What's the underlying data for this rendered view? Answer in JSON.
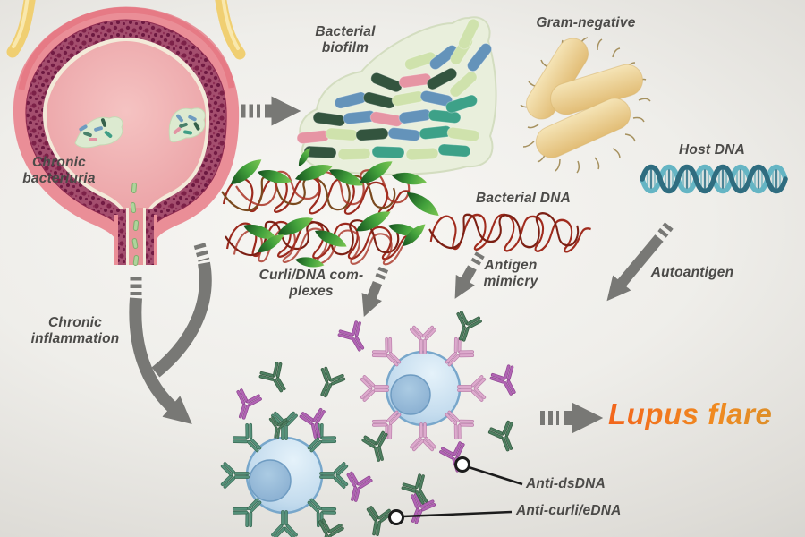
{
  "labels": {
    "chronic_bacteriuria": "Chronic\nbacteriuria",
    "bacterial_biofilm": "Bacterial\nbiofilm",
    "gram_negative": "Gram-negative",
    "host_dna": "Host DNA",
    "bacterial_dna": "Bacterial DNA",
    "curli_dna_complexes": "Curli/DNA com-\nplexes",
    "antigen_mimicry": "Antigen\nmimicry",
    "autoantigen": "Autoantigen",
    "chronic_inflammation": "Chronic\ninflammation",
    "anti_dsdna": "Anti-dsDNA",
    "anti_curli_edna": "Anti-curli/eDNA",
    "lupus_flare": "Lupus flare"
  },
  "colors": {
    "background_center": "#f7f6f3",
    "background_edge": "#cbcac5",
    "label_text": "#4c4b49",
    "arrow_gray": "#787875",
    "lupus_flare_orange": "#ee7b20",
    "lupus_flare_orange_dark": "#d3912f",
    "bladder_outer_pink": "#ea8e97",
    "bladder_wall_maroon": "#a44e6e",
    "bladder_lumen_pink": "#f0b3b4",
    "ureter_yellow": "#f0cf72",
    "biofilm_matrix_green": "#e9efdc",
    "rod_dark_green": "#33543e",
    "rod_light_green": "#cfe2ac",
    "rod_teal": "#3da188",
    "rod_blue": "#6493ba",
    "rod_pink": "#e695a4",
    "gram_negative_tan": "#eed7a2",
    "host_dna_dark_teal": "#2f6d80",
    "host_dna_light_teal": "#65b5c4",
    "curli_red": "#9c2a1e",
    "curli_brown": "#7a4a1f",
    "ribbon_green": "#43a23c",
    "cell_blue": "#bcd8ec",
    "cell_membrane": "#78a7cb",
    "antibody_attached_green": "#55917a",
    "antibody_attached_pink": "#ddaacd",
    "antibody_floating_purple": "#b164b4",
    "antibody_floating_green": "#4e7f61"
  },
  "illustrations": {
    "bladder": "bladder-with-chronic-bacteriuria",
    "biofilm": "bacterial-biofilm-cluster",
    "gram_negative": "gram-negative-bacteria-rods",
    "host_dna": "host-dna-double-helix",
    "curli_complex": "curli-dna-complex-tangle",
    "bacterial_dna": "bacterial-dna-tangle",
    "cells": "b-cells-with-bound-antibodies",
    "callouts": "antibody-callout-markers"
  }
}
